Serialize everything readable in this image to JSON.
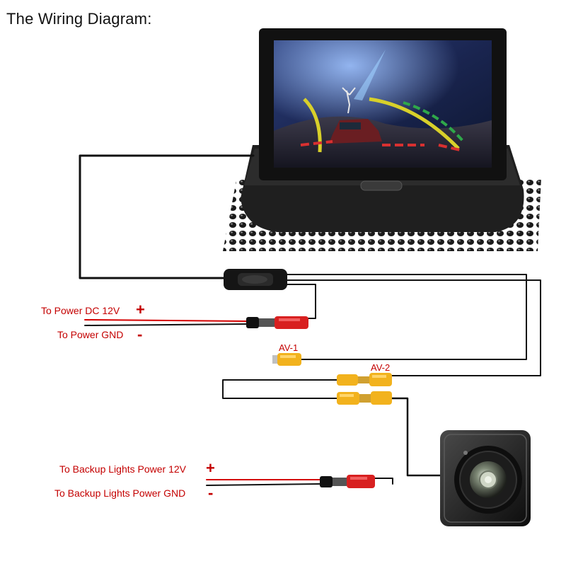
{
  "title": "The Wiring Diagram:",
  "labels": {
    "power_dc": "To Power DC 12V",
    "power_gnd": "To Power GND",
    "backup_power": "To Backup Lights Power 12V",
    "backup_gnd": "To Backup Lights Power GND",
    "av1": "AV-1",
    "av2": "AV-2",
    "plus": "+",
    "minus": "-"
  },
  "colors": {
    "label_red": "#c40000",
    "wire_black": "#111111",
    "wire_red": "#d40000",
    "rca_yellow": "#f2b21d"
  },
  "icons": [
    "monitor-icon",
    "camera-icon",
    "rca-connector-icon",
    "power-plug-icon"
  ]
}
